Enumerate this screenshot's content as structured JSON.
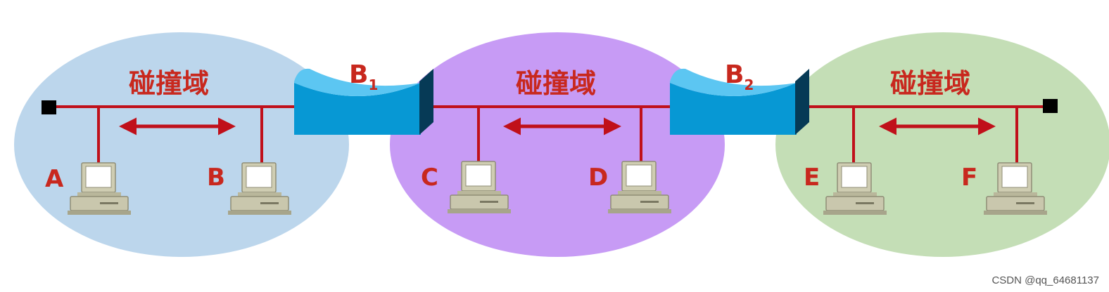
{
  "colors": {
    "domain_left": "#bcd6ec",
    "domain_middle": "#c79bf5",
    "domain_right": "#c4deb6",
    "bus_line": "#c0101a",
    "label_red": "#c8281e",
    "bridge_top": "#5cc6f2",
    "bridge_face": "#0798d4",
    "bridge_side": "#063a56",
    "terminator": "#000000"
  },
  "domains": [
    {
      "label": "碰撞域"
    },
    {
      "label": "碰撞域"
    },
    {
      "label": "碰撞域"
    }
  ],
  "bridges": [
    {
      "label": "B",
      "subscript": "1",
      "icon": "bridge-icon"
    },
    {
      "label": "B",
      "subscript": "2",
      "icon": "bridge-icon"
    }
  ],
  "hosts": [
    {
      "label": "A",
      "icon": "computer-icon"
    },
    {
      "label": "B",
      "icon": "computer-icon"
    },
    {
      "label": "C",
      "icon": "computer-icon"
    },
    {
      "label": "D",
      "icon": "computer-icon"
    },
    {
      "label": "E",
      "icon": "computer-icon"
    },
    {
      "label": "F",
      "icon": "computer-icon"
    }
  ],
  "watermark": "CSDN @qq_64681137"
}
